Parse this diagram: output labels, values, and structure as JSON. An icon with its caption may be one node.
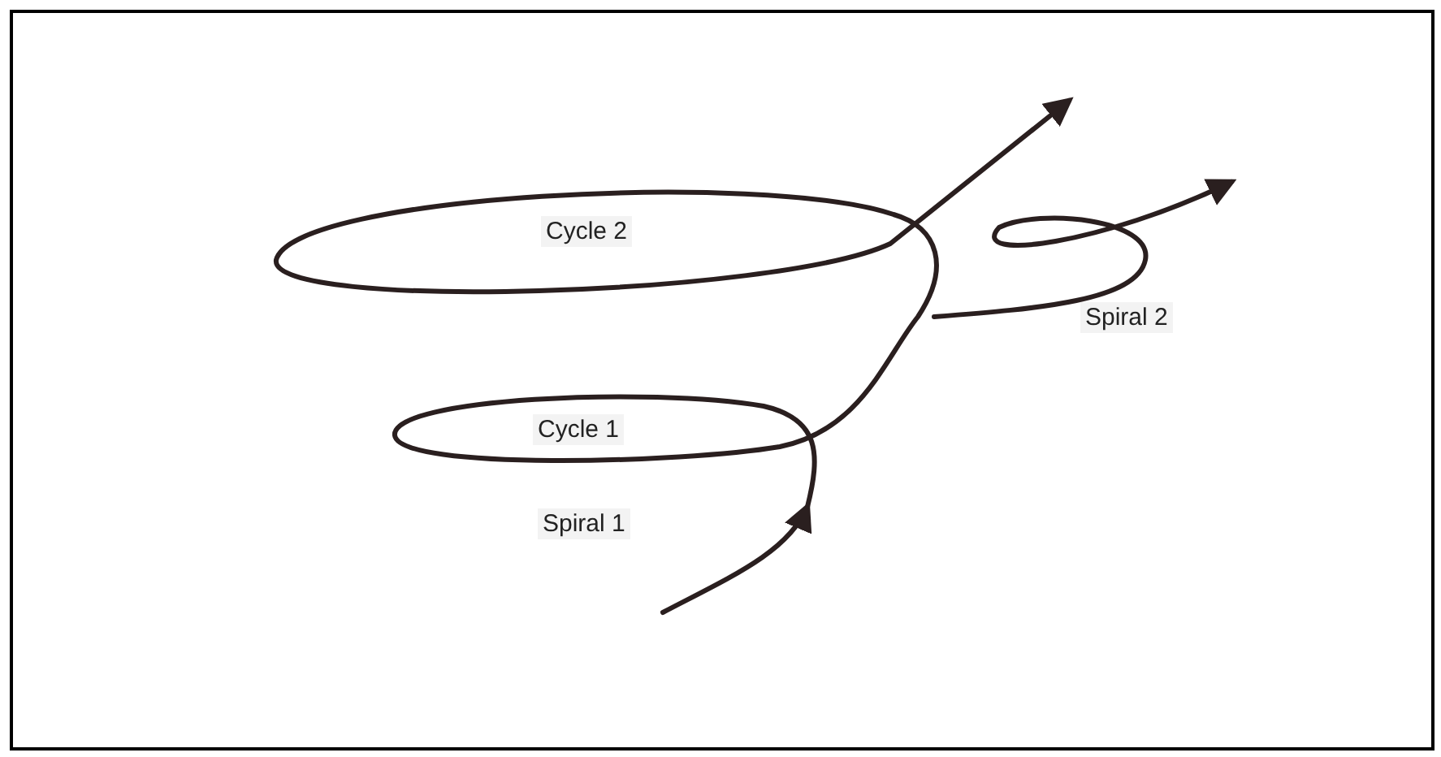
{
  "diagram": {
    "labels": [
      "Cycle 2",
      "Spiral 2",
      "Cycle 1",
      "Spiral 1"
    ]
  }
}
